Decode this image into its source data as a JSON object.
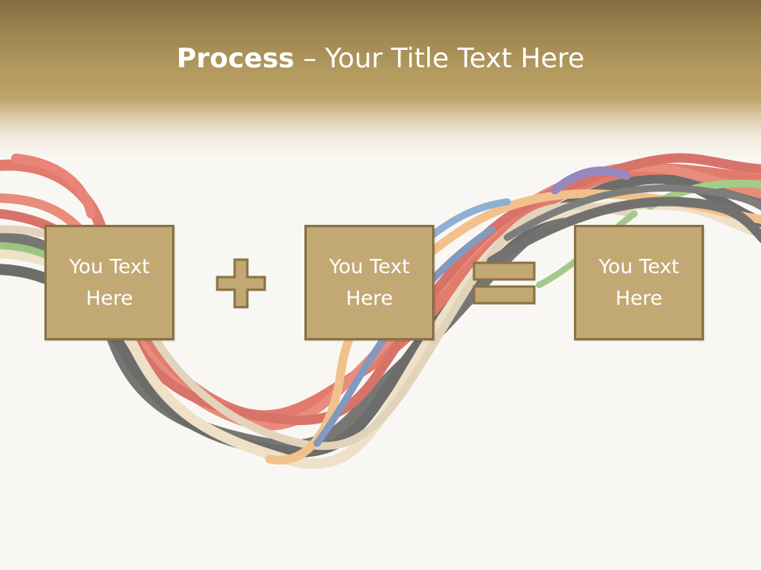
{
  "slide": {
    "title_bold": "Process",
    "title_rest": " – Your Title Text Here",
    "boxes": [
      {
        "label": "You Text Here"
      },
      {
        "label": "You Text Here"
      },
      {
        "label": "You Text Here"
      }
    ],
    "operators": [
      "plus-icon",
      "equals-icon"
    ],
    "colors": {
      "header": "#b39a5e",
      "box_fill": "#c2a974",
      "box_border": "#8a7245",
      "background": "#f9f7f3"
    }
  }
}
